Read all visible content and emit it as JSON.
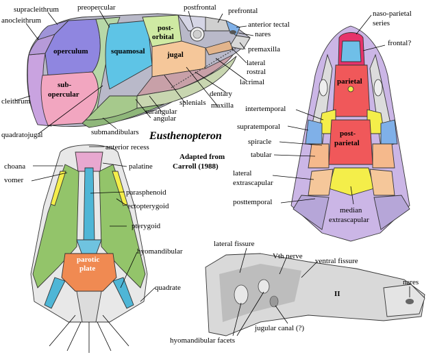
{
  "title": "Eusthenopteron",
  "credit": [
    "Adapted from",
    "Carroll (1988)"
  ],
  "lateral_view": {
    "labels": {
      "supracleithrum": "supracleithrum",
      "anocleithrum": "anocleithrum",
      "preopercular": "preopercular",
      "postfrontal": "postfrontal",
      "prefrontal": "prefrontal",
      "anterior_tectal": "anterior tectal",
      "nares": "nares",
      "premaxilla": "premaxilla",
      "lateral_rostral_1": "lateral",
      "lateral_rostral_2": "rostral",
      "lacrimal": "lacrimal",
      "dentary": "dentary",
      "maxilla": "maxilla",
      "splenials": "splenials",
      "surangular": "surangular",
      "angular": "angular",
      "submandibulars": "submandibulars",
      "quadratojugal": "quadratojugal",
      "cleithrum": "cleithrum"
    },
    "inner": {
      "operculum": "operculum",
      "squamosal": "squamosal",
      "postorbital_1": "post-",
      "postorbital_2": "orbital",
      "jugal": "jugal",
      "subopercular_1": "sub-",
      "subopercular_2": "opercular"
    }
  },
  "dorsal_view": {
    "labels": {
      "naso_parietal_1": "naso-parietal",
      "naso_parietal_2": "series",
      "frontal": "frontal?",
      "intertemporal": "intertemporal",
      "supratemporal": "supratemporal",
      "spiracle": "spiracle",
      "tabular": "tabular",
      "lateral_extrascapular_1": "lateral",
      "lateral_extrascapular_2": "extrascapular",
      "posttemporal": "posttemporal",
      "median_extrascapular_1": "median",
      "median_extrascapular_2": "extrascapular"
    },
    "inner": {
      "parietal": "parietal",
      "postparietal_1": "post-",
      "postparietal_2": "parietal"
    }
  },
  "palatal_view": {
    "labels": {
      "anterior_recess": "anterior recess",
      "choana": "choana",
      "vomer": "vomer",
      "palatine": "palatine",
      "parasphenoid": "parasphenoid",
      "ectopterygoid": "ectopterygoid",
      "pterygoid": "pterygoid",
      "hyomandibular": "hyomandibular",
      "quadrate": "quadrate"
    },
    "inner": {
      "parotic_1": "parotic",
      "parotic_2": "plate"
    }
  },
  "braincase_view": {
    "labels": {
      "lateral_fissure": "lateral fissure",
      "vth_nerve": "Vth nerve",
      "ventral_fissure": "ventral fissure",
      "nares": "nares",
      "roman_ii": "II",
      "jugular_canal": "jugular canal (?)",
      "hyomandibular_facets": "hyomandibular facets"
    }
  },
  "colors": {
    "operculum": "#8f86e0",
    "squamosal": "#5ec4e6",
    "subopercular": "#f2a6c0",
    "cleithrum": "#c9a3e0",
    "jugal": "#f5c79a",
    "postorbital": "#cfeaa3",
    "lower_jaw": "#a6c98c",
    "dentary": "#c8d6b0",
    "parietal": "#f0585a",
    "naso": "#e6336b",
    "nasal_blue": "#6fbfe8",
    "yellow": "#f4ee4a",
    "orange": "#f5b98c",
    "lavender": "#cbb6e6",
    "palate_green": "#93c46a",
    "parasphenoid": "#4fb6d6",
    "parotic": "#f08a52",
    "pink_palate": "#e8a8d0",
    "braincase_grey": "#d9d9d9"
  }
}
